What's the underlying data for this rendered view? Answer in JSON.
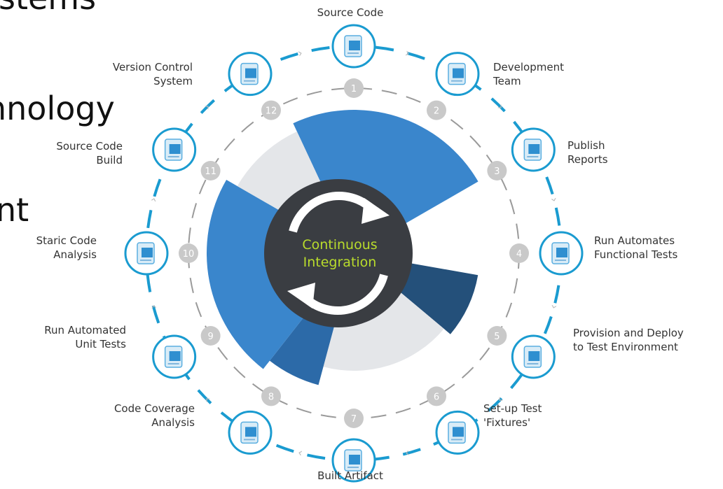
{
  "slide_text": [
    "stems",
    "nnology",
    "nt"
  ],
  "center": {
    "line1": "Continuous",
    "line2": "Integration"
  },
  "steps": [
    {
      "num": "1",
      "label": [
        "Source Code"
      ],
      "icon": "document-icon"
    },
    {
      "num": "2",
      "label": [
        "Version Control",
        "System"
      ],
      "icon": "server-icon"
    },
    {
      "num": "3",
      "label": [
        "Source Code",
        "Build"
      ],
      "icon": "build-icon"
    },
    {
      "num": "4",
      "label": [
        "Staric Code",
        "Analysis"
      ],
      "icon": "magnifier-icon"
    },
    {
      "num": "5",
      "label": [
        "Run Automated",
        "Unit Tests"
      ],
      "icon": "magnifier-icon"
    },
    {
      "num": "6",
      "label": [
        "Code Coverage",
        "Analysis"
      ],
      "icon": "magnifier-icon"
    },
    {
      "num": "7",
      "label": [
        "Built Artifact"
      ],
      "icon": "hierarchy-icon"
    },
    {
      "num": "8",
      "label": [
        "Set-up Test",
        "'Fixtures'"
      ],
      "icon": "gear-document-icon"
    },
    {
      "num": "9",
      "label": [
        "Provision and Deploy",
        "to Test Environment"
      ],
      "icon": "monitor-server-icon"
    },
    {
      "num": "10",
      "label": [
        "Run Automates",
        "Functional Tests"
      ],
      "icon": "window-arrow-icon"
    },
    {
      "num": "11",
      "label": [
        "Publish",
        "Reports"
      ],
      "icon": "folder-icon"
    },
    {
      "num": "12",
      "label": [
        "Development",
        "Team"
      ],
      "icon": "user-monitor-icon"
    }
  ],
  "colors": {
    "accent": "#1a9bd0",
    "wedge_blue": "#3a86cc",
    "wedge_dark": "#24507a",
    "wedge_mid": "#2c6aa8",
    "wedge_light": "#e4e6e9",
    "hub": "#3a3d42",
    "hub_text": "#b9dc2c",
    "badge": "#c9c9c9"
  }
}
